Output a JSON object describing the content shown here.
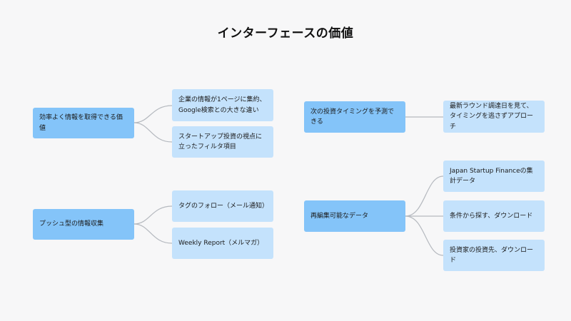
{
  "title": "インターフェースの価値",
  "groups": [
    {
      "root": "効率よく情報を取得できる価値",
      "children": [
        "企業の情報が1ページに集約、Google検索との大きな違い",
        "スタートアップ投資の視点に立ったフィルタ項目"
      ]
    },
    {
      "root": "プッシュ型の情報収集",
      "children": [
        "タグのフォロー（メール通知）",
        "Weekly Report（メルマガ）"
      ]
    },
    {
      "root": "次の投資タイミングを予測できる",
      "children": [
        "最新ラウンド調達日を見て、タイミングを逃さずアプローチ"
      ]
    },
    {
      "root": "再編集可能なデータ",
      "children": [
        "Japan Startup Financeの集計データ",
        "条件から探す、ダウンロード",
        "投資家の投資先、ダウンロード"
      ]
    }
  ],
  "colors": {
    "root_fill": "#84c4f9",
    "leaf_fill": "#c4e2fc",
    "connector": "#b5b9bf",
    "background": "#f7f7f8"
  }
}
